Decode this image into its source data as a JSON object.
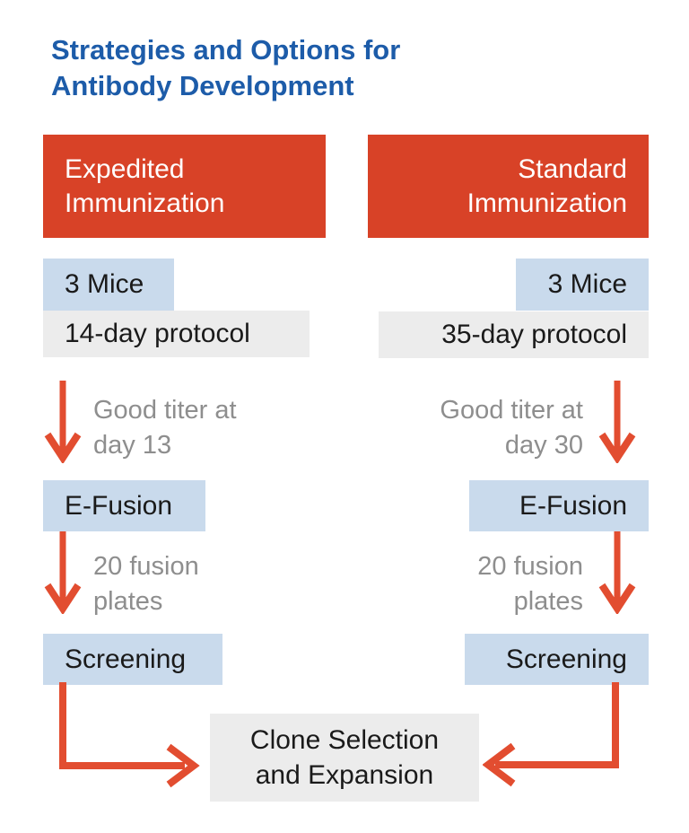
{
  "title": "Strategies and Options for\nAntibody Development",
  "colors": {
    "title_blue": "#1d5ca9",
    "header_red": "#d84227",
    "arrow_red": "#e24d30",
    "step_blue": "#c9daec",
    "step_gray": "#ececec",
    "text_dark": "#1a1a1a",
    "note_gray": "#8e8e8e"
  },
  "columns": [
    {
      "id": "expedited",
      "header": "Expedited\nImmunization",
      "mice": "3 Mice",
      "protocol": "14-day protocol",
      "titer_note": "Good titer at\nday 13",
      "fusion": "E-Fusion",
      "plates_note": "20 fusion\nplates",
      "screening": "Screening"
    },
    {
      "id": "standard",
      "header": "Standard\nImmunization",
      "mice": "3 Mice",
      "protocol": "35-day protocol",
      "titer_note": "Good titer at\nday 30",
      "fusion": "E-Fusion",
      "plates_note": "20 fusion\nplates",
      "screening": "Screening"
    }
  ],
  "final_step": "Clone Selection\nand Expansion"
}
